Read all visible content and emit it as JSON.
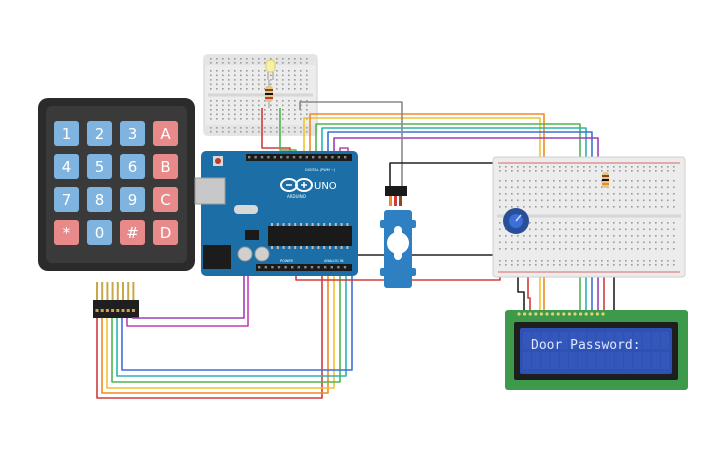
{
  "keypad": {
    "keys": [
      {
        "label": "1",
        "kind": "num"
      },
      {
        "label": "2",
        "kind": "num"
      },
      {
        "label": "3",
        "kind": "num"
      },
      {
        "label": "A",
        "kind": "letter"
      },
      {
        "label": "4",
        "kind": "num"
      },
      {
        "label": "5",
        "kind": "num"
      },
      {
        "label": "6",
        "kind": "num"
      },
      {
        "label": "B",
        "kind": "letter"
      },
      {
        "label": "7",
        "kind": "num"
      },
      {
        "label": "8",
        "kind": "num"
      },
      {
        "label": "9",
        "kind": "num"
      },
      {
        "label": "C",
        "kind": "letter"
      },
      {
        "label": "*",
        "kind": "letter"
      },
      {
        "label": "0",
        "kind": "num"
      },
      {
        "label": "#",
        "kind": "letter"
      },
      {
        "label": "D",
        "kind": "letter"
      }
    ]
  },
  "arduino": {
    "logo_text": "UNO",
    "brand": "ARDUINO",
    "digital_label": "DIGITAL (PWM ~)",
    "analog_label": "ANALOG IN",
    "power_label": "POWER"
  },
  "lcd": {
    "text": "Door Password:"
  },
  "colors": {
    "keypad_body": "#2b2b2b",
    "key_num": "#7fb4e0",
    "key_letter": "#e98a8a",
    "arduino_board": "#1b6fa6",
    "lcd_board": "#3c9a4a",
    "lcd_screen": "#2d52b4",
    "lcd_text": "#dfe6ff",
    "servo_body": "#2f7fc3",
    "breadboard": "#ececec",
    "wire_red": "#d23b3b",
    "wire_orange": "#f08a24",
    "wire_yellow": "#f1c232",
    "wire_green": "#4fb54f",
    "wire_teal": "#2bb3b3",
    "wire_blue": "#3d6fd8",
    "wire_purple": "#9b3fb8",
    "wire_magenta": "#c23fb0",
    "wire_gray": "#8a8a8a",
    "wire_black": "#222222"
  }
}
